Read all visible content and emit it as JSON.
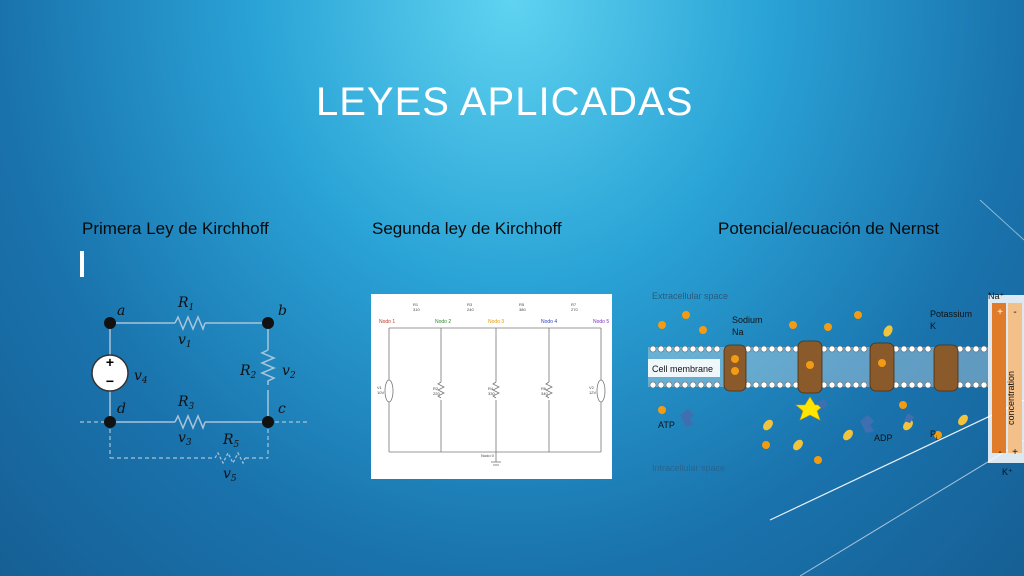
{
  "slide": {
    "title": "LEYES APLICADAS",
    "headings": [
      "Primera Ley de Kirchhoff",
      "Segunda ley de Kirchhoff",
      "Potencial/ecuación de Nernst"
    ]
  },
  "circuit1": {
    "nodes": [
      "a",
      "b",
      "c",
      "d"
    ],
    "resistors": {
      "r1": "R",
      "r1_sub": "1",
      "r2": "R",
      "r2_sub": "2",
      "r3": "R",
      "r3_sub": "3",
      "r5": "R",
      "r5_sub": "5"
    },
    "voltages": {
      "v1": "v",
      "v1_sub": "1",
      "v2": "v",
      "v2_sub": "2",
      "v3": "v",
      "v3_sub": "3",
      "v4": "v",
      "v4_sub": "4",
      "v5": "v",
      "v5_sub": "5"
    },
    "source_plus": "+",
    "source_minus": "−"
  },
  "circuit2": {
    "nodes": [
      "Nodo 1",
      "Nodo 2",
      "Nodo 3",
      "Nodo 4",
      "Nodo 5"
    ],
    "node_colors": [
      "#c0392b",
      "#2e8b2e",
      "#e69b00",
      "#2a3fbf",
      "#7b2fbf"
    ],
    "top_resistors": [
      "R1",
      "R3",
      "R5",
      "R7"
    ],
    "top_values": [
      "310",
      "240",
      "380",
      "270"
    ],
    "shunt_resistors": [
      "R2",
      "R4",
      "R6"
    ],
    "shunt_values": [
      "220",
      "330",
      "340"
    ],
    "sources": [
      "V1",
      "V2"
    ],
    "source_values": [
      "10V",
      "12V"
    ],
    "ground_label": "Nodo 0"
  },
  "membrane": {
    "extracellular": "Extracellular space",
    "intracellular": "Intracellular space",
    "cell_membrane": "Cell membrane",
    "sodium": "Sodium",
    "na": "Na",
    "potassium": "Potassium",
    "k": "K",
    "atp": "ATP",
    "adp": "ADP",
    "pi": "P",
    "pi_sub": "i",
    "concentration": "concentration",
    "na_plus": "Na⁺",
    "k_plus": "K⁺",
    "plus": "+",
    "minus": "-"
  },
  "colors": {
    "background": "#1f86c0",
    "title": "#ffffff",
    "heading": "#0a0a0a"
  }
}
